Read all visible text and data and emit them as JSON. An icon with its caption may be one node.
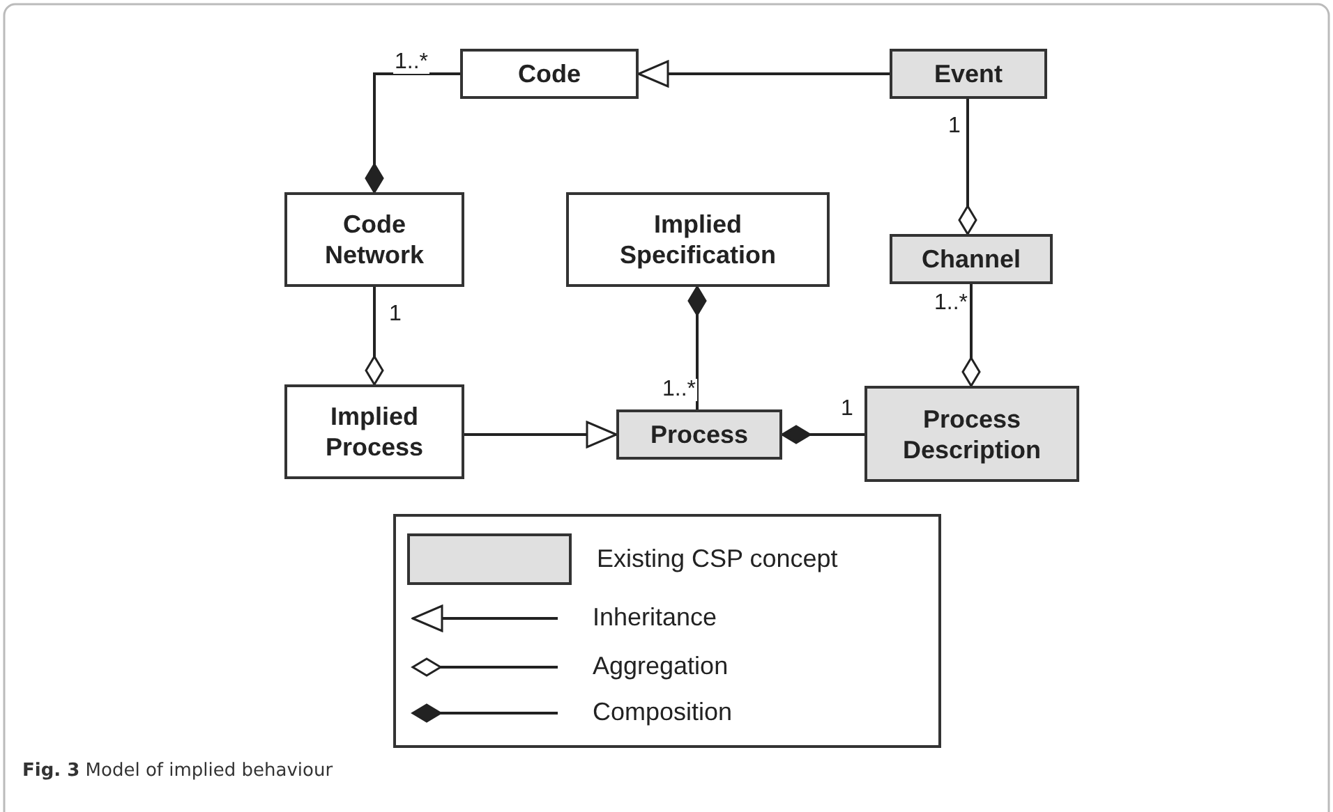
{
  "diagram": {
    "caption": "**Fig. 3** Model of implied behaviour",
    "nodes": [
      {
        "text": [
          "Code"
        ]
      },
      {
        "text": [
          "Event"
        ]
      },
      {
        "text": [
          "Code Network"
        ]
      },
      {
        "text": [
          "Implied Specification"
        ]
      },
      {
        "text": [
          "Channel"
        ]
      },
      {
        "text": [
          "Implied Process"
        ]
      },
      {
        "text": [
          "Process"
        ]
      },
      {
        "text": [
          "Process Description"
        ]
      }
    ],
    "edges": [
      {
        "from": 1,
        "to": 0,
        "arrow": "to"
      },
      {
        "from": 0,
        "to": 2,
        "arrow": "other",
        "label": "1..*"
      },
      {
        "from": 2,
        "to": 5,
        "arrow": "other",
        "label": "1"
      },
      {
        "from": 1,
        "to": 4,
        "arrow": "other",
        "label": "1"
      },
      {
        "from": 4,
        "to": 7,
        "arrow": "other",
        "label": "1..*"
      },
      {
        "from": 6,
        "to": 3,
        "arrow": "other",
        "label": "1..*"
      },
      {
        "from": 7,
        "to": 6,
        "arrow": "other",
        "label": "1"
      },
      {
        "from": 5,
        "to": 6,
        "arrow": "to"
      }
    ],
    "legend": [
      {
        "text": "Existing CSP concept",
        "color": "#e0e0e0"
      },
      {
        "text": "Inheritance"
      },
      {
        "text": "Aggregation"
      },
      {
        "text": "Composition"
      }
    ]
  }
}
